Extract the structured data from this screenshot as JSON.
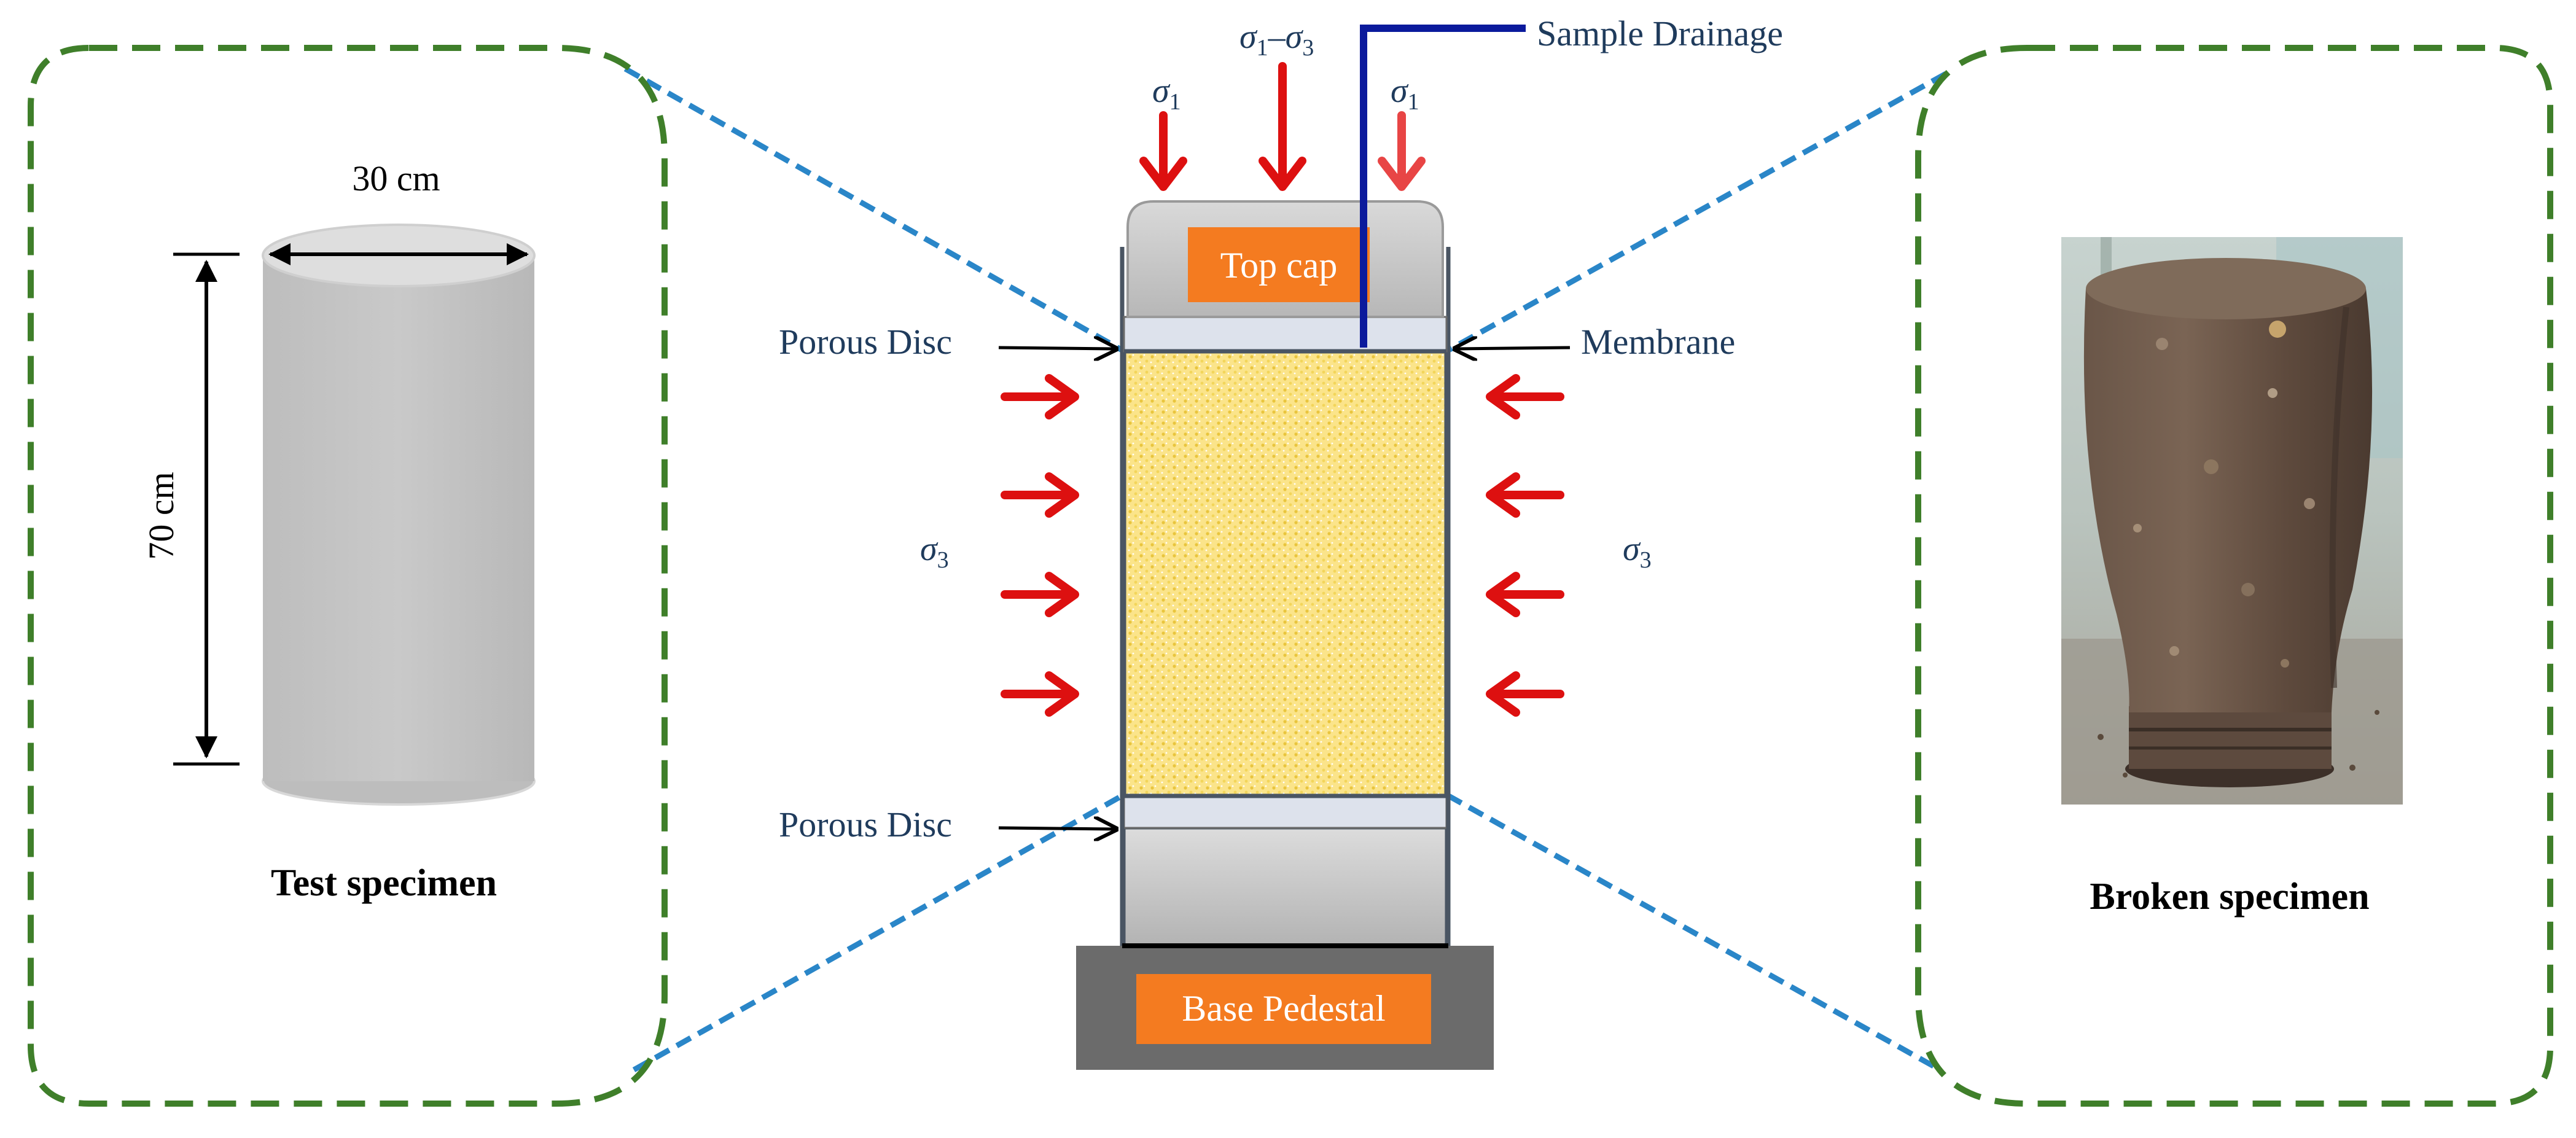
{
  "test_panel": {
    "dim_width": "30 cm",
    "dim_height": "70 cm",
    "caption": "Test specimen"
  },
  "apparatus": {
    "top_cap": "Top cap",
    "base_pedestal": "Base Pedestal",
    "porous_disc_top": "Porous Disc",
    "porous_disc_bottom": "Porous Disc",
    "membrane": "Membrane",
    "sample_drainage": "Sample Drainage",
    "sigma": "σ",
    "sub_1": "1",
    "sub_3": "3",
    "minus": "–"
  },
  "broken_panel": {
    "caption": "Broken specimen"
  },
  "colors": {
    "panel_border": "#3f7f2a",
    "zoom_line": "#2a86c8",
    "arrow_red": "#dd1010",
    "orange_box": "#f47b20",
    "drainage": "#0b1a9c",
    "sample_fill": "#fbe48a"
  }
}
